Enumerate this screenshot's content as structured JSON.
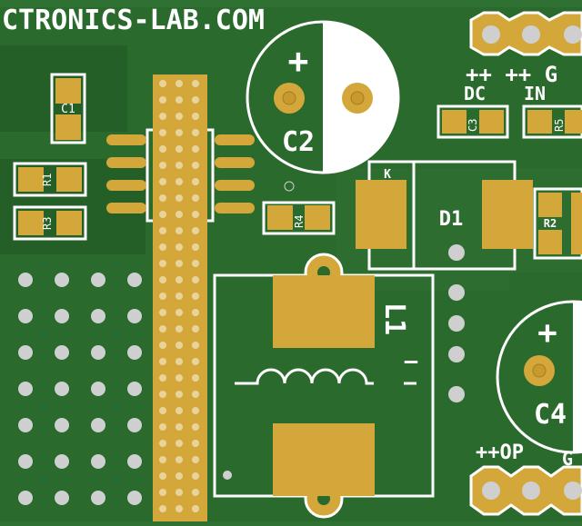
{
  "board": {
    "brand_text": "CTRONICS-LAB.COM",
    "colors": {
      "board_base": "#2a6a2c",
      "board_fill": "#2f7132",
      "copper_pad": "#d4a73a",
      "silkscreen": "#ffffff",
      "via_gray": "#cfcfcf"
    }
  },
  "labels": {
    "C1": "C1",
    "C2": "C2",
    "C3": "C3",
    "C4": "C4",
    "R1": "R1",
    "R2": "R2",
    "R3": "R3",
    "R4": "R4",
    "R5": "R5",
    "D1": "D1",
    "K": "K",
    "L1": "L1",
    "plus": "+",
    "minus": "–",
    "top_pin_row": "++ ++ G",
    "dc_label": "DC",
    "in_label": "IN",
    "op_label": "++OP",
    "g_label": "G"
  }
}
